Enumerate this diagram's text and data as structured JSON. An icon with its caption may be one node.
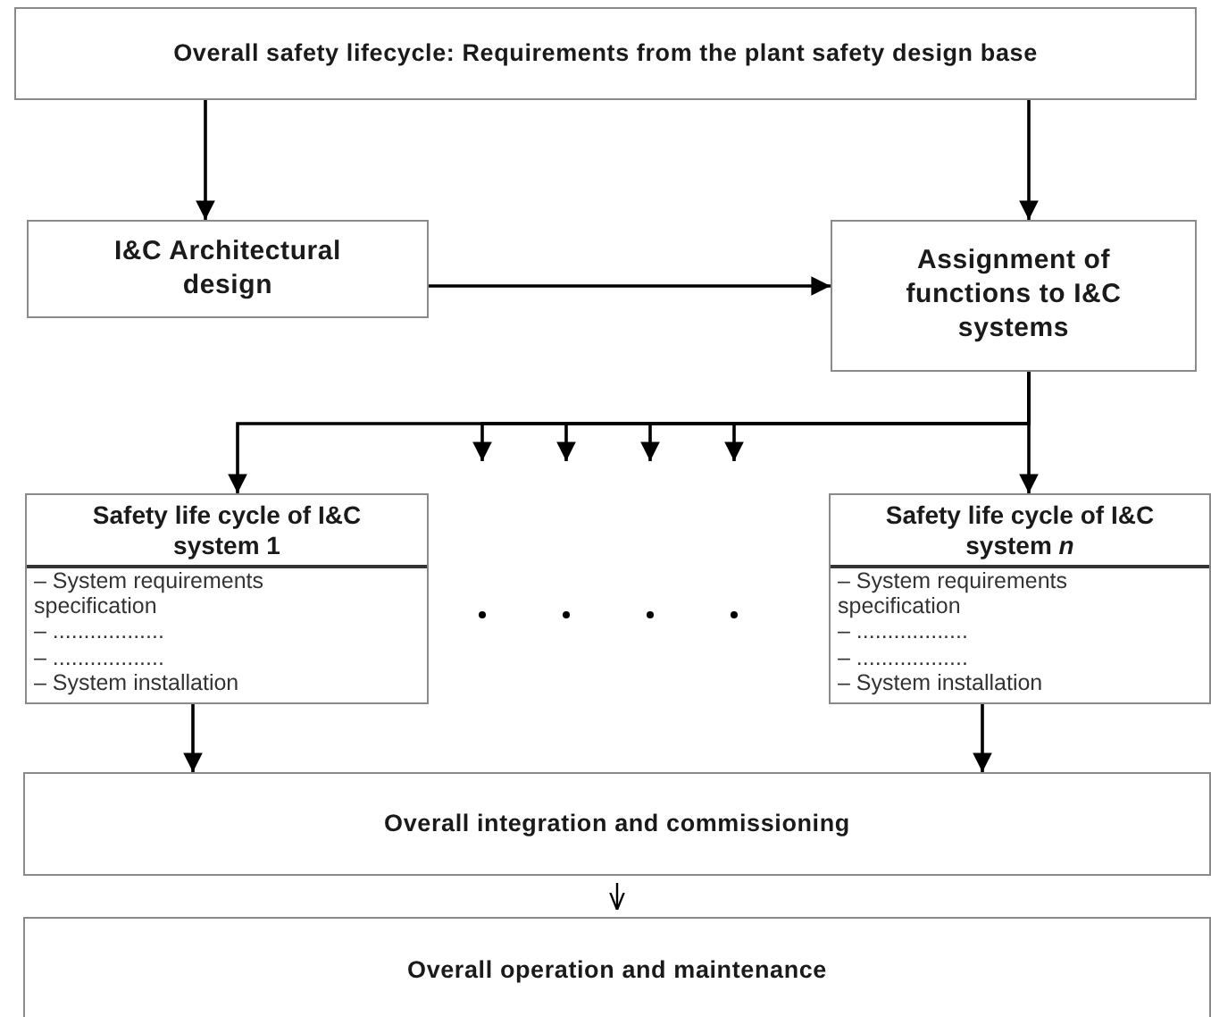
{
  "diagram": {
    "nodes": [
      {
        "text": [
          "Overall safety lifecycle: Requirements from the plant safety design base"
        ]
      },
      {
        "text": [
          "I&C Architectural design"
        ]
      },
      {
        "text": [
          "Assignment of functions to I&C systems"
        ]
      },
      {
        "text": [
          "Safety life cycle of I&C system 1",
          "– System requirements specification",
          "– ..................",
          "– ..................",
          "– System installation"
        ]
      },
      {
        "text": [
          "Safety life cycle of I&C system *n*",
          "– System requirements specification",
          "– ..................",
          "– ..................",
          "– System installation"
        ]
      },
      {
        "text": [
          "Overall integration and commissioning"
        ]
      },
      {
        "text": [
          "Overall operation and maintenance"
        ]
      }
    ],
    "edges": [
      {
        "from": 0,
        "to": 1,
        "arrow": "to"
      },
      {
        "from": 0,
        "to": 2,
        "arrow": "to"
      },
      {
        "from": 1,
        "to": 2,
        "arrow": "to"
      },
      {
        "from": 2,
        "to": 3,
        "arrow": "to"
      },
      {
        "from": 2,
        "to": null,
        "arrow": "to"
      },
      {
        "from": 2,
        "to": null,
        "arrow": "to"
      },
      {
        "from": 2,
        "to": null,
        "arrow": "to"
      },
      {
        "from": 2,
        "to": null,
        "arrow": "to"
      },
      {
        "from": 2,
        "to": 4,
        "arrow": "to"
      },
      {
        "from": 3,
        "to": 5,
        "arrow": "to"
      },
      {
        "from": 4,
        "to": 5,
        "arrow": "to"
      },
      {
        "from": 5,
        "to": 6,
        "arrow": "to"
      }
    ]
  }
}
